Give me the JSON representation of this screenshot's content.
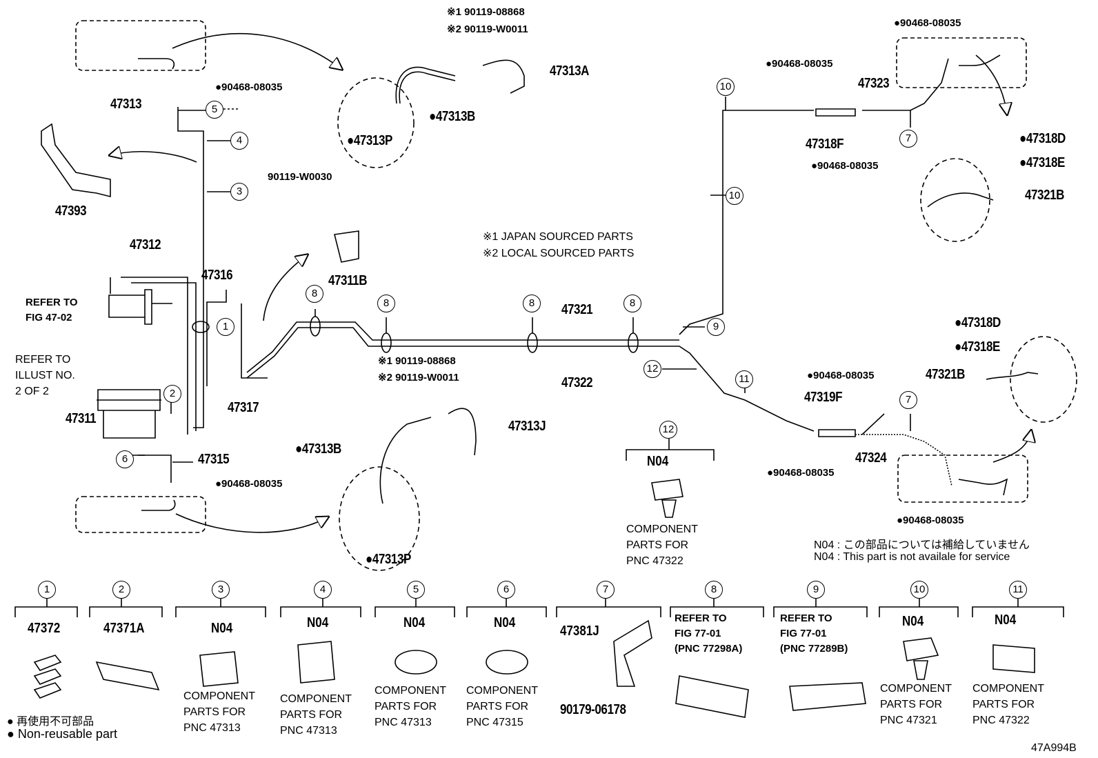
{
  "parts": {
    "p47313": "47313",
    "p47313A": "47313A",
    "p47313B_top": "●47313B",
    "p47313P_top": "●47313P",
    "p47313J": "47313J",
    "p47313B_bot": "●47313B",
    "p47313P_bot": "●47313P",
    "p47393": "47393",
    "p47312": "47312",
    "p47316": "47316",
    "p47317": "47317",
    "p47311": "47311",
    "p47311B": "47311B",
    "p47315": "47315",
    "p47321": "47321",
    "p47322": "47322",
    "p47323": "47323",
    "p47318F": "47318F",
    "p47319F": "47319F",
    "p47324": "47324",
    "p47318D_top": "●47318D",
    "p47318E_top": "●47318E",
    "p47321B_top": "47321B",
    "p47318D_bot": "●47318D",
    "p47318E_bot": "●47318E",
    "p47321B_bot": "47321B",
    "b90468_a": "●90468-08035",
    "b90468_b": "●90468-08035",
    "b90468_c": "●90468-08035",
    "b90468_d": "●90468-08035",
    "b90468_e": "●90468-08035",
    "b90468_f": "●90468-08035",
    "b90468_g": "●90468-08035",
    "b90468_h": "●90468-08035",
    "bolt_w0030": "90119-W0030",
    "top_j1": "※1 90119-08868",
    "top_j2": "※2 90119-W0011",
    "mid_j1": "※1 90119-08868",
    "mid_j2": "※2 90119-W0011"
  },
  "notes": {
    "japan": "※1 JAPAN SOURCED PARTS",
    "local": "※2 LOCAL SOURCED PARTS",
    "refer_fig_1": "REFER TO",
    "refer_fig_2": "FIG 47-02",
    "refer_ill_1": "REFER TO",
    "refer_ill_2": "ILLUST NO.",
    "refer_ill_3": "2 OF 2",
    "n04_jp": "N04 : この部品については補給していません",
    "n04_en": "N04 : This part is not availale for service",
    "legend_jp": "● 再使用不可部品",
    "legend_en": "● Non-reusable part",
    "figure_code": "47A994B"
  },
  "callouts": [
    "1",
    "2",
    "3",
    "4",
    "5",
    "6",
    "7",
    "8",
    "9",
    "10",
    "11",
    "12"
  ],
  "mid_item12": {
    "num": "12",
    "code": "N04",
    "l1": "COMPONENT",
    "l2": "PARTS FOR",
    "l3": "PNC 47322"
  },
  "bottom_items": [
    {
      "num": "1",
      "code": "47372",
      "l1": "",
      "l2": "",
      "l3": ""
    },
    {
      "num": "2",
      "code": "47371A",
      "l1": "",
      "l2": "",
      "l3": ""
    },
    {
      "num": "3",
      "code": "N04",
      "l1": "COMPONENT",
      "l2": "PARTS FOR",
      "l3": "PNC 47313"
    },
    {
      "num": "4",
      "code": "N04",
      "l1": "COMPONENT",
      "l2": "PARTS FOR",
      "l3": "PNC 47313"
    },
    {
      "num": "5",
      "code": "N04",
      "l1": "COMPONENT",
      "l2": "PARTS FOR",
      "l3": "PNC 47313"
    },
    {
      "num": "6",
      "code": "N04",
      "l1": "COMPONENT",
      "l2": "PARTS FOR",
      "l3": "PNC 47315"
    },
    {
      "num": "7",
      "code": "47381J",
      "l1": "90179-06178",
      "l2": "",
      "l3": ""
    },
    {
      "num": "8",
      "code": "",
      "l1": "REFER TO",
      "l2": "FIG 77-01",
      "l3": "(PNC 77298A)"
    },
    {
      "num": "9",
      "code": "",
      "l1": "REFER TO",
      "l2": "FIG 77-01",
      "l3": "(PNC 77289B)"
    },
    {
      "num": "10",
      "code": "N04",
      "l1": "COMPONENT",
      "l2": "PARTS FOR",
      "l3": "PNC 47321"
    },
    {
      "num": "11",
      "code": "N04",
      "l1": "COMPONENT",
      "l2": "PARTS FOR",
      "l3": "PNC 47322"
    }
  ],
  "colors": {
    "line": "#000000",
    "background": "#ffffff"
  }
}
